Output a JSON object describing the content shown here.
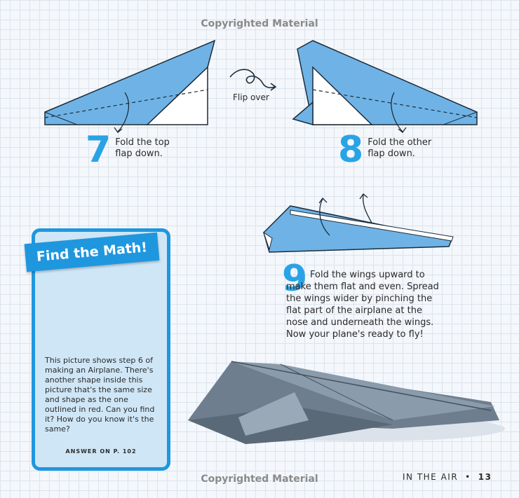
{
  "watermark": {
    "top": "Copyrighted Material",
    "bottom": "Copyrighted Material"
  },
  "flip": {
    "label": "Flip over"
  },
  "steps": [
    {
      "number": "7",
      "line1": "Fold the top",
      "line2": "flap down."
    },
    {
      "number": "8",
      "line1": "Fold the other",
      "line2": "flap down."
    },
    {
      "number": "9",
      "text": "Fold the wings upward to make them flat and even. Spread the wings wider by pinching the flat part of the airplane at the nose and underneath the wings. Now your plane's ready to fly!"
    }
  ],
  "find_the_math": {
    "title": "Find the Math!",
    "body": "This picture shows step 6 of making an Airplane. There's another shape inside this picture that's the same size and shape as the one outlined in red. Can you find it? How do you know it's the same?",
    "answer": "ANSWER ON P. 102"
  },
  "footer": {
    "section": "IN THE AIR",
    "separator": "•",
    "page_number": "13"
  },
  "colors": {
    "accent": "#1f97df",
    "paper_blue": "#6fb3e6",
    "outline": "#e03a3a"
  }
}
